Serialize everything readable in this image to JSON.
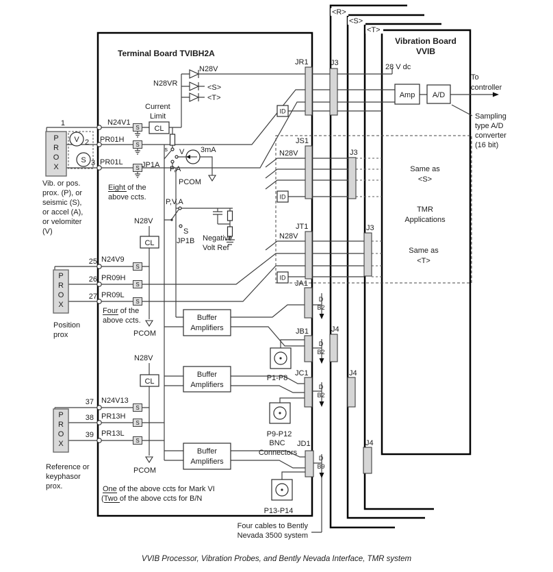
{
  "caption": "VVIB Processor, Vibration Probes, and Bently Nevada Interface, TMR system",
  "terminal_board": {
    "title": "Terminal Board  TVIBH2A",
    "n28v": "N28V",
    "n28vr": "N28VR",
    "diode_s": "<S>",
    "diode_t": "<T>",
    "current": "Current",
    "limit": "Limit",
    "cl": "CL",
    "sbox": "S",
    "prox_letters": [
      "P",
      "R",
      "O",
      "X"
    ],
    "jp1a": {
      "label": "JP1A",
      "s": "s",
      "v": "V",
      "pa": "P,A",
      "ma": "3mA",
      "pcom": "PCOM"
    },
    "jp1b": {
      "label": "JP1B",
      "pva": "P,V,A",
      "s": "S",
      "neg1": "Negative",
      "neg2": "Volt Ref"
    },
    "s1": {
      "t1": "1",
      "t2": "2",
      "t3": "3",
      "sig1": "N24V1",
      "sig2": "PR01H",
      "sig3": "PR01L",
      "v": "V",
      "s": "S",
      "note_u": "Eight",
      "note_r": " of the",
      "note2": "above ccts.",
      "desc": [
        "Vib. or pos.",
        "prox. (P), or",
        "seismic (S),",
        "or accel (A),",
        "or velomiter",
        "(V)"
      ]
    },
    "s2": {
      "t1": "25",
      "t2": "26",
      "t3": "27",
      "sig1": "N24V9",
      "sig2": "PR09H",
      "sig3": "PR09L",
      "note_u": "Four",
      "note_r": " of the",
      "note2": "above ccts.",
      "pcom": "PCOM",
      "desc": [
        "Position",
        "prox"
      ]
    },
    "s3": {
      "t1": "37",
      "t2": "38",
      "t3": "39",
      "sig1": "N24V13",
      "sig2": "PR13H",
      "sig3": "PR13L",
      "pcom": "PCOM",
      "desc": [
        "Reference or",
        "keyphasor",
        "prox."
      ],
      "note1_u": "One",
      "note1_r": " of the above ccts for Mark VI",
      "note2_pre": "(",
      "note2_u": "Two",
      "note2_r": " of the above ccts for B/N"
    },
    "buffer": {
      "l1": "Buffer",
      "l2": "Amplifiers"
    },
    "bnc": {
      "p1": "P1-P8",
      "p9": "P9-P12",
      "bnc": "BNC",
      "conn": "Connectors",
      "p13": "P13-P14"
    }
  },
  "connectors": {
    "jr1": "JR1",
    "j3": "J3",
    "js1": "JS1",
    "jt1": "JT1",
    "ja1": "JA1",
    "jb1": "JB1",
    "jc1": "JC1",
    "jd1": "JD1",
    "j4": "J4",
    "id": "ID",
    "n28v": "N28V",
    "d": "D",
    "b2": "B2",
    "b9": "B9"
  },
  "cables": {
    "r": "<R>",
    "s": "<S>",
    "t": "<T>"
  },
  "vvib": {
    "title1": "Vibration Board",
    "title2": "VVIB",
    "v28": "28 V dc",
    "amp": "Amp",
    "ad": "A/D",
    "same_s1": "Same as",
    "same_s2": "<S>",
    "tmr1": "TMR",
    "tmr2": "Applications",
    "same_t1": "Same as",
    "same_t2": "<T>"
  },
  "annotations": {
    "to1": "To",
    "to2": "controller",
    "sampling": [
      "Sampling",
      "type A/D",
      "converter",
      "(16 bit)"
    ],
    "four1": "Four cables to Bently",
    "four2": "Nevada 3500 system"
  },
  "colors": {
    "board_fill": "#e8e8e8",
    "connector_fill": "#d6d6d6",
    "line": "#3f3f3f"
  }
}
